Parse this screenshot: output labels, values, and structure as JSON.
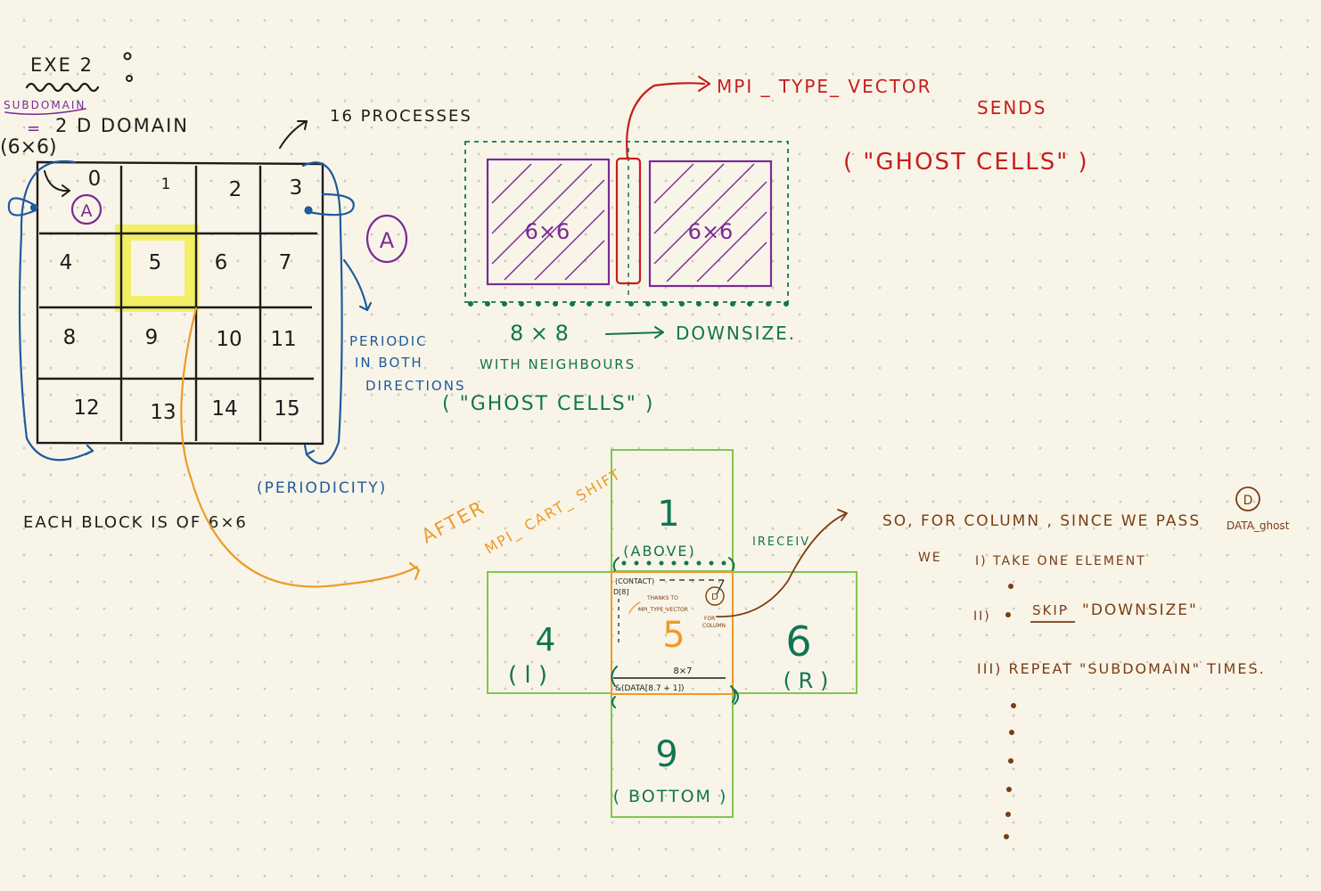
{
  "header": {
    "title": "EXE 2",
    "subdomain_label": "SUBDOMAIN",
    "equals": "=",
    "domain_text": "2 D  DOMAIN",
    "size_label": "(6×6)",
    "processes_label": "16  PROCESSES"
  },
  "grid": {
    "cells": [
      "0",
      "1",
      "2",
      "3",
      "4",
      "5",
      "6",
      "7",
      "8",
      "9",
      "10",
      "11",
      "12",
      "13",
      "14",
      "15"
    ],
    "highlighted_cell": "5",
    "circle_mark_left": "A",
    "circle_mark_right": "A"
  },
  "notes": {
    "periodic": [
      "PERIODIC",
      "IN BOTH",
      "DIRECTIONS"
    ],
    "periodicity": "(PERIODICITY)",
    "each_block": "EACH  BLOCK  IS  OF   6×6"
  },
  "ghost_diagram": {
    "block_left": "6×6",
    "block_right": "6×6",
    "size_8x8": "8 × 8",
    "downsize": "DOWNSIZE.",
    "neighbours": "WITH  NEIGHBOURS",
    "ghost_cells": "( \"GHOST  CELLS\" )",
    "mpi_type_vector": "MPI _ TYPE_ VECTOR",
    "sends": "SENDS",
    "ghost_cells_red": "( \"GHOST  CELLS\" )"
  },
  "cross_diagram": {
    "after": "AFTER",
    "cart_shift": "MPI_ CART_ SHIFT",
    "top_num": "1",
    "top_label": "(ABOVE)",
    "left_num": "4",
    "left_label": "( l )",
    "center_num": "5",
    "right_num": "6",
    "right_label": "( R )",
    "bottom_num": "9",
    "bottom_label": "( BOTTOM )",
    "irecv": "IRECEIV",
    "contact": "(CONTACT)",
    "d_label": "D[8]",
    "thanks": [
      "THANKS TO",
      "MPI_TYPE_VECTOR"
    ],
    "for_column": [
      "FOR",
      "COLUMN"
    ],
    "circle_d": "D",
    "dims": "8×7",
    "data_expr": "&(DATA[8.7 + 1])"
  },
  "explanation": {
    "line1": "SO,  FOR  COLUMN ,  SINCE  WE  PASS",
    "data_ghost": "DATA_ghost",
    "circle_d": "D",
    "we": "WE",
    "step1": "I)  TAKE  ONE  ELEMENT",
    "step2_num": "II)",
    "skip": "SKIP",
    "downsize": "\"DOWNSIZE\"",
    "step3": "III)  REPEAT  \"SUBDOMAIN\"  TIMES."
  },
  "colors": {
    "paper": "#f8f5e8",
    "black_ink": "#1c1c1c",
    "purple_ink": "#7a2a95",
    "blue_ink": "#1f5a9e",
    "yellow_highlight": "#f2ef66",
    "green_ink": "#107552",
    "red_ink": "#c81d1d",
    "orange_ink": "#ee9a2a",
    "lime_box": "#82c551",
    "brown_ink": "#7a3d14"
  }
}
